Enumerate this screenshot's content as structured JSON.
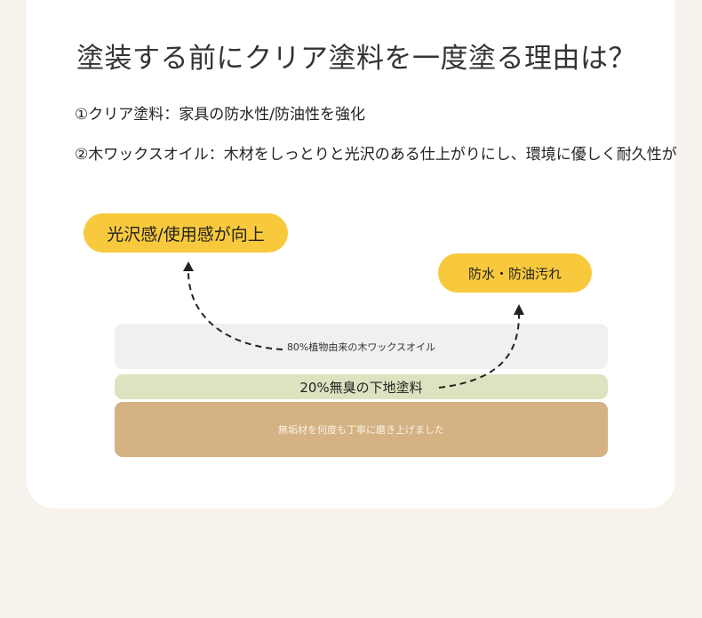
{
  "heading": "塗装する前にクリア塗料を一度塗る理由は？",
  "points": [
    "①クリア塗料：家具の防水性/防油性を強化",
    "②木ワックスオイル：木材をしっとりと光沢のある仕上がりにし、環境に優しく耐久性が"
  ],
  "badges": {
    "gloss": "光沢感/使用感が向上",
    "protect": "防水・防油汚れ"
  },
  "layers": {
    "wax": "80%植物由来の木ワックスオイル",
    "base": "20%無臭の下地塗料",
    "wood": "無垢材を何度も丁寧に磨き上げました"
  },
  "colors": {
    "accent": "#f8c93c",
    "background": "#f7f2ec"
  }
}
